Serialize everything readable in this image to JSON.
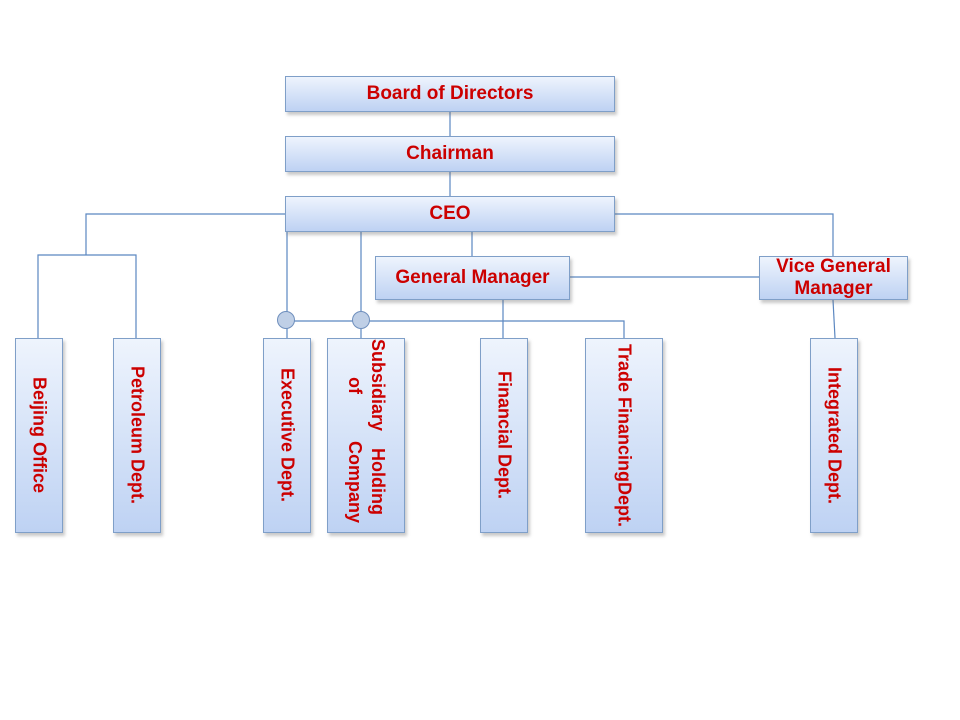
{
  "chart": {
    "top": {
      "board": "Board of Directors",
      "chairman": "Chairman",
      "ceo": "CEO"
    },
    "managers": {
      "general_manager": "General Manager",
      "vice_general_manager_line1": "Vice General",
      "vice_general_manager_line2": "Manager"
    },
    "departments": {
      "beijing_office": "Beijing Office",
      "petroleum": "Petroleum Dept.",
      "executive": "Executive Dept.",
      "subsidiary_line1": "Subsidiary of",
      "subsidiary_line2": "Holding Company",
      "financial": "Financial Dept.",
      "trade_financing_line1": "Trade Financing",
      "trade_financing_line2": "Dept.",
      "integrated": "Integrated Dept."
    }
  },
  "colors": {
    "text": "#cc0000",
    "box_fill_top": "#eef4fd",
    "box_fill_bottom": "#bed2f3",
    "connector": "#5b87c0"
  }
}
